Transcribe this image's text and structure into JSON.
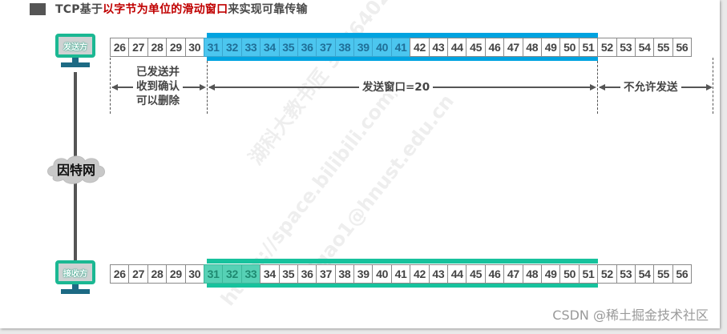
{
  "title": {
    "prefix": "TCP基于",
    "highlight": "以字节为单位的滑动窗口",
    "suffix": "来实现可靠传输"
  },
  "sender": {
    "label": "发送方"
  },
  "receiver": {
    "label": "接收方"
  },
  "network": {
    "label": "因特网"
  },
  "sender_row": {
    "bytes": [
      "26",
      "27",
      "28",
      "29",
      "30",
      "31",
      "32",
      "33",
      "34",
      "35",
      "36",
      "37",
      "38",
      "39",
      "40",
      "41",
      "42",
      "43",
      "44",
      "45",
      "46",
      "47",
      "48",
      "49",
      "50",
      "51",
      "52",
      "53",
      "54",
      "55",
      "56"
    ],
    "sent_highlight": [
      "31",
      "32",
      "33",
      "34",
      "35",
      "36",
      "37",
      "38",
      "39",
      "40",
      "41"
    ],
    "window_start": "31",
    "window_end": "50"
  },
  "receiver_row": {
    "bytes": [
      "26",
      "27",
      "28",
      "29",
      "30",
      "31",
      "32",
      "33",
      "34",
      "35",
      "36",
      "37",
      "38",
      "39",
      "40",
      "41",
      "42",
      "43",
      "44",
      "45",
      "46",
      "47",
      "48",
      "49",
      "50",
      "51",
      "52",
      "53",
      "54",
      "55",
      "56"
    ],
    "received_highlight": [
      "31",
      "32",
      "33"
    ],
    "window_start": "31",
    "window_end": "50"
  },
  "annotations": {
    "acked": [
      "已发送并",
      "收到确认",
      "可以删除"
    ],
    "send_window": "发送窗口=20",
    "not_allowed": "不允许发送"
  },
  "colors": {
    "send_window": "#00a3e0",
    "send_highlight": "#4cc6ef",
    "recv_window": "#17c29d",
    "recv_highlight": "#56d1b5",
    "title_highlight": "#c00000",
    "host_border": "#1bb893"
  },
  "watermarks": {
    "diagonal": [
      "湖科大教书匠 3076402",
      "https://space.bilibili.com/",
      "jgao1@hnust.edu.cn"
    ],
    "footer": "CSDN @稀土掘金技术社区"
  }
}
